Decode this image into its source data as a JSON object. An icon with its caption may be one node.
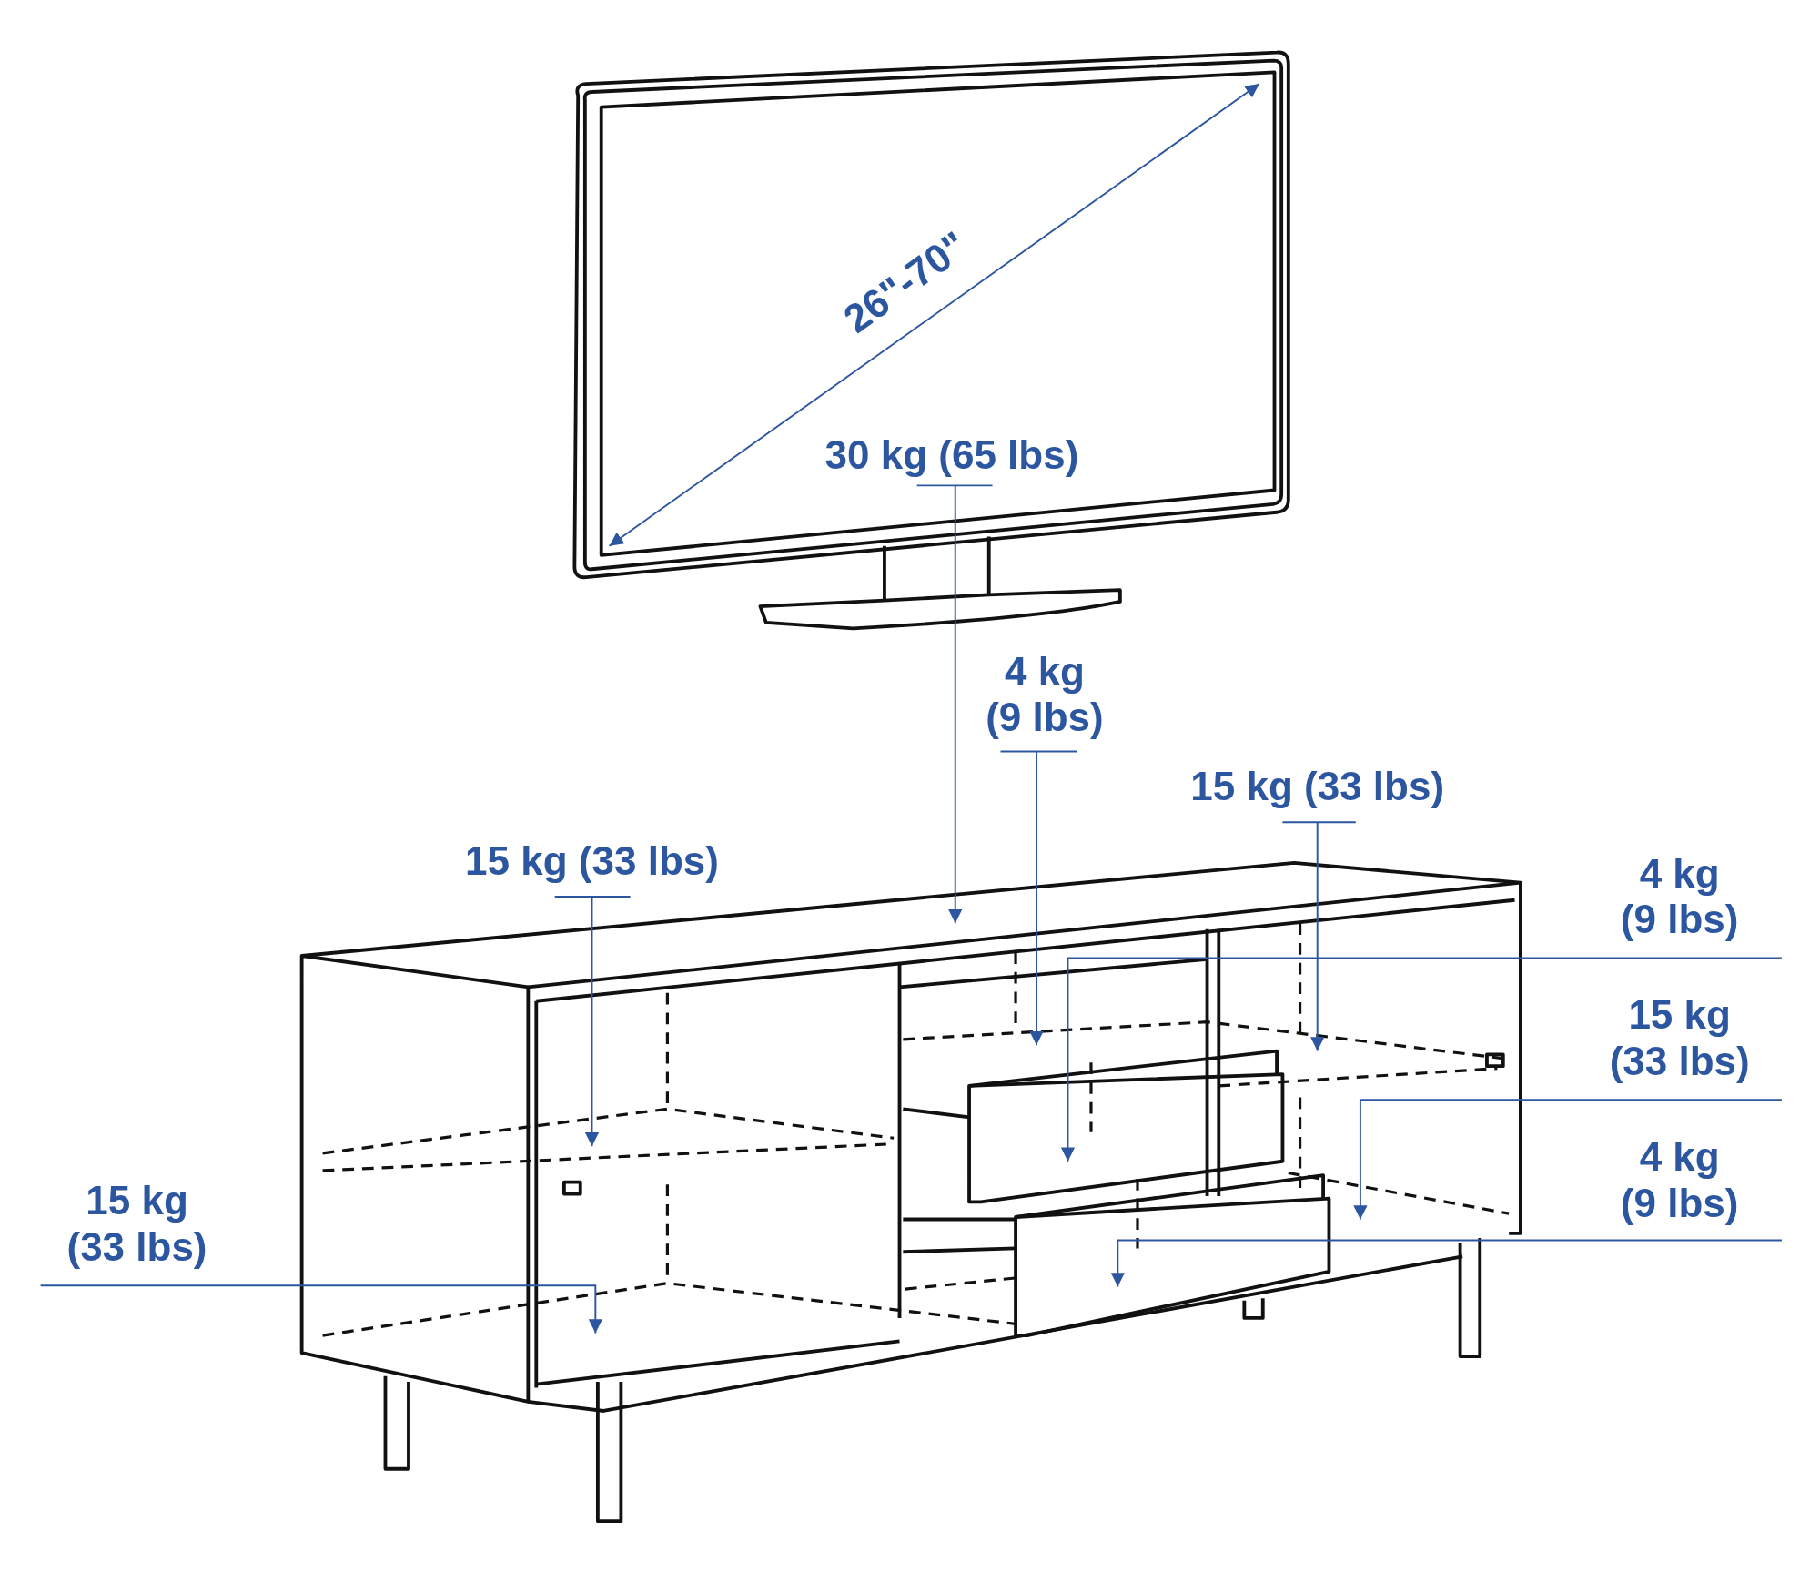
{
  "diagram": {
    "nodes": [
      {
        "text": [
          "30 kg (65 lbs)"
        ]
      },
      {
        "text": [
          "4 kg (9 lbs)"
        ]
      },
      {
        "text": [
          "15 kg (33 lbs)"
        ]
      },
      {
        "text": [
          "15 kg (33 lbs)"
        ]
      },
      {
        "text": [
          "4 kg (9 lbs)"
        ]
      },
      {
        "text": [
          "15 kg (33 lbs)"
        ]
      },
      {
        "text": [
          "4 kg (9 lbs)"
        ]
      },
      {
        "text": [
          "15 kg (33 lbs)"
        ]
      }
    ],
    "edges": [
      {
        "from": 0,
        "to": null,
        "arrow": "to"
      },
      {
        "from": 1,
        "to": null,
        "arrow": "to"
      },
      {
        "from": 2,
        "to": null,
        "arrow": "to"
      },
      {
        "from": 3,
        "to": null,
        "arrow": "to"
      },
      {
        "from": 4,
        "to": null,
        "arrow": "to"
      },
      {
        "from": 5,
        "to": null,
        "arrow": "to"
      },
      {
        "from": 6,
        "to": null,
        "arrow": "to"
      },
      {
        "from": 7,
        "to": null,
        "arrow": "to"
      }
    ],
    "labels": [
      "26\"-70\""
    ]
  }
}
